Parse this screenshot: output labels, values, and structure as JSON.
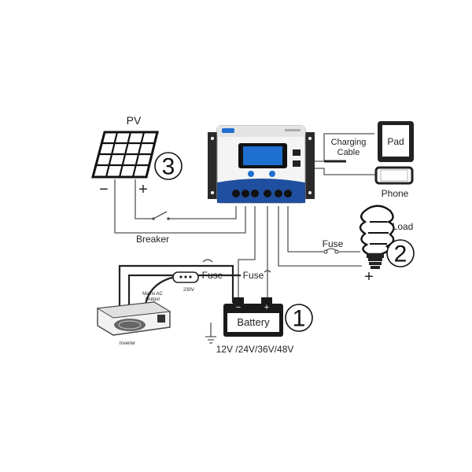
{
  "labels": {
    "pv": "PV",
    "pv_minus": "−",
    "pv_plus": "+",
    "breaker": "Breaker",
    "charging_cable_line1": "Charging",
    "charging_cable_line2": "Cable",
    "pad": "Pad",
    "phone": "Phone",
    "load": "Load",
    "fuse_load": "Fuse",
    "load_plus": "+",
    "fuse_inverter": "Fuse",
    "fuse_battery": "Fuse",
    "battery": "Battery",
    "battery_minus": "−",
    "battery_plus": "+",
    "battery_voltages": "12V /24V/36V/48V",
    "mains_output_line1": "Mains AC",
    "mains_output_line2": "Output",
    "socket_voltage": "230V",
    "inverter": "Inverter"
  },
  "numbers": {
    "battery": "1",
    "load": "2",
    "pv": "3"
  },
  "colors": {
    "controller_blue": "#1f4f9e",
    "screen_blue": "#1e6fd0",
    "battery_body": "#1a1a1a",
    "line": "#555555"
  }
}
